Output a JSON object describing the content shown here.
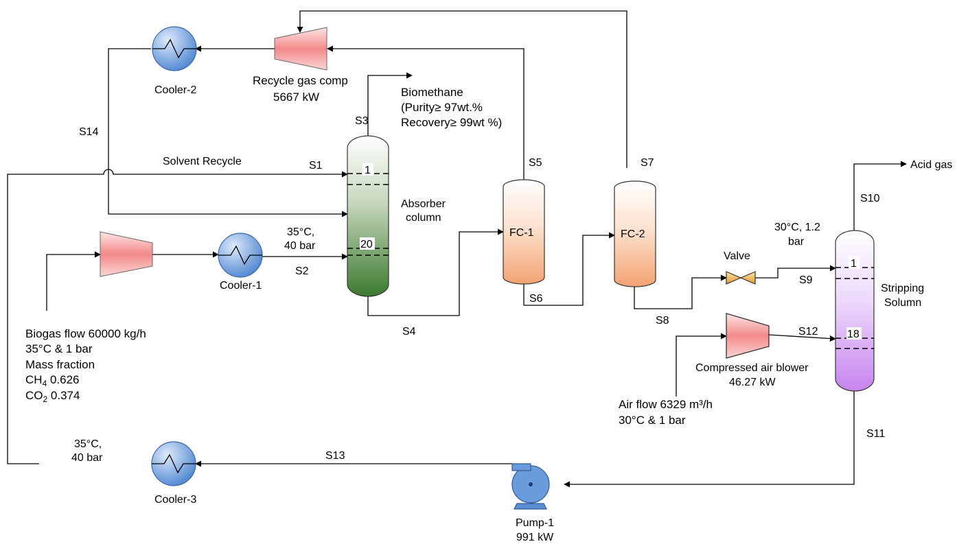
{
  "units": {
    "cooler2": "Cooler-2",
    "cooler1": "Cooler-1",
    "cooler3": "Cooler-3",
    "recycle_comp": "Recycle gas comp",
    "recycle_comp_power": "5667 kW",
    "absorber_l1": "Absorber",
    "absorber_l2": "column",
    "absorber_tray_top": "1",
    "absorber_tray_bottom": "20",
    "fc1": "FC-1",
    "fc2": "FC-2",
    "valve": "Valve",
    "stripper_l1": "Stripping",
    "stripper_l2": "Solumn",
    "stripper_tray_top": "1",
    "stripper_tray_bottom": "18",
    "blower_l1": "Compressed air blower",
    "blower_l2": "46.27 kW",
    "pump_l1": "Pump-1",
    "pump_l2": "991 kW"
  },
  "streams": {
    "s1": "S1",
    "s2": "S2",
    "s3": "S3",
    "s4": "S4",
    "s5": "S5",
    "s6": "S6",
    "s7": "S7",
    "s8": "S8",
    "s9": "S9",
    "s10": "S10",
    "s11": "S11",
    "s12": "S12",
    "s13": "S13",
    "s14": "S14"
  },
  "labels": {
    "solvent_recycle": "Solvent Recycle",
    "biomethane_l1": "Biomethane",
    "biomethane_l2": "(Purity≥ 97wt.%",
    "biomethane_l3": "Recovery≥ 99wt %)",
    "acid_gas": "Acid gas",
    "cond_s2_l1": "35°C,",
    "cond_s2_l2": "40 bar",
    "cond_s9_l1": "30°C, 1.2",
    "cond_s9_l2": "bar",
    "cond_s13_l1": "35°C,",
    "cond_s13_l2": "40 bar",
    "biogas_l1": "Biogas flow 60000 kg/h",
    "biogas_l2": "35°C & 1 bar",
    "biogas_l3": "Mass fraction",
    "biogas_ch4_sym": "CH",
    "biogas_ch4_sub": "4",
    "biogas_ch4_val": " 0.626",
    "biogas_co2_sym": "CO",
    "biogas_co2_sub": "2",
    "biogas_co2_val": " 0.374",
    "air_l1": "Air flow 6329 m³/h",
    "air_l2": "30°C & 1 bar"
  },
  "colors": {
    "cooler_blue": "#5b8fd4",
    "compressor_pink": "#f08c8c",
    "absorber_green": "#3f7d32",
    "flash_orange": "#f4a97a",
    "stripper_purple": "#cc8ef0",
    "valve_orange": "#e8a33a",
    "pump_blue": "#5b8fd4"
  }
}
